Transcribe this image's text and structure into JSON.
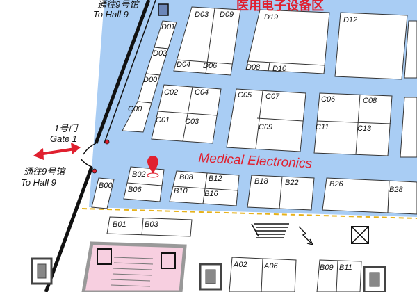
{
  "hall_title": "医用电子设备区",
  "zone_title": "Medical Electronics",
  "colors": {
    "zone_fill": "#a9cdf4",
    "accent_red": "#e0202f",
    "separator": "#e6b21c",
    "restricted_fill": "#f7cfe0"
  },
  "annotations": {
    "to_hall_top_cn": "通往9号馆",
    "to_hall_top_en": "To Hall 9",
    "gate_cn": "1号门",
    "gate_en": "Gate 1",
    "to_hall_bottom_cn": "通往9号馆",
    "to_hall_bottom_en": "To Hall 9"
  },
  "booths": [
    {
      "id": "D01",
      "label": "D01"
    },
    {
      "id": "D02",
      "label": "D02"
    },
    {
      "id": "D00",
      "label": "D00"
    },
    {
      "id": "C00",
      "label": "C00"
    },
    {
      "id": "D03",
      "label": "D03"
    },
    {
      "id": "D09",
      "label": "D09"
    },
    {
      "id": "D04",
      "label": "D04"
    },
    {
      "id": "D06",
      "label": "D06"
    },
    {
      "id": "D19",
      "label": "D19"
    },
    {
      "id": "D08",
      "label": "D08"
    },
    {
      "id": "D10",
      "label": "D10"
    },
    {
      "id": "D12",
      "label": "D12"
    },
    {
      "id": "C02",
      "label": "C02"
    },
    {
      "id": "C04",
      "label": "C04"
    },
    {
      "id": "C01",
      "label": "C01"
    },
    {
      "id": "C03",
      "label": "C03"
    },
    {
      "id": "C05",
      "label": "C05"
    },
    {
      "id": "C07",
      "label": "C07"
    },
    {
      "id": "C09",
      "label": "C09"
    },
    {
      "id": "C06",
      "label": "C06"
    },
    {
      "id": "C08",
      "label": "C08"
    },
    {
      "id": "C11",
      "label": "C11"
    },
    {
      "id": "C13",
      "label": "C13"
    },
    {
      "id": "B00",
      "label": "B00"
    },
    {
      "id": "B02",
      "label": "B02"
    },
    {
      "id": "B06",
      "label": "B06"
    },
    {
      "id": "B08",
      "label": "B08"
    },
    {
      "id": "B12",
      "label": "B12"
    },
    {
      "id": "B10",
      "label": "B10"
    },
    {
      "id": "B16",
      "label": "B16"
    },
    {
      "id": "B18",
      "label": "B18"
    },
    {
      "id": "B22",
      "label": "B22"
    },
    {
      "id": "B26",
      "label": "B26"
    },
    {
      "id": "B28",
      "label": "B28"
    },
    {
      "id": "B01",
      "label": "B01"
    },
    {
      "id": "B03",
      "label": "B03"
    },
    {
      "id": "A02",
      "label": "A02"
    },
    {
      "id": "A06",
      "label": "A06"
    },
    {
      "id": "B09",
      "label": "B09"
    },
    {
      "id": "B11",
      "label": "B11"
    }
  ],
  "icons": [
    "location-pin-icon",
    "gate-arrow-icon",
    "stairs-icon",
    "lightning-icon",
    "elevator-icon",
    "escalator-icon"
  ]
}
